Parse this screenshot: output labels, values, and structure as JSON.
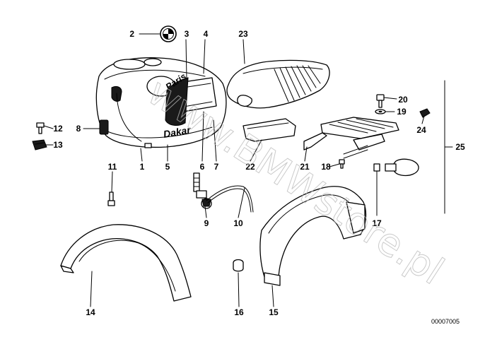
{
  "diagram": {
    "callouts": [
      {
        "id": "1",
        "text": "1"
      },
      {
        "id": "2",
        "text": "2"
      },
      {
        "id": "3",
        "text": "3"
      },
      {
        "id": "4",
        "text": "4"
      },
      {
        "id": "5",
        "text": "5"
      },
      {
        "id": "6",
        "text": "6"
      },
      {
        "id": "7",
        "text": "7"
      },
      {
        "id": "8",
        "text": "8"
      },
      {
        "id": "9",
        "text": "9"
      },
      {
        "id": "10",
        "text": "10"
      },
      {
        "id": "11",
        "text": "11"
      },
      {
        "id": "12",
        "text": "12"
      },
      {
        "id": "13",
        "text": "13"
      },
      {
        "id": "14",
        "text": "14"
      },
      {
        "id": "15",
        "text": "15"
      },
      {
        "id": "16",
        "text": "16"
      },
      {
        "id": "17",
        "text": "17"
      },
      {
        "id": "18",
        "text": "18"
      },
      {
        "id": "19",
        "text": "19"
      },
      {
        "id": "20",
        "text": "20"
      },
      {
        "id": "21",
        "text": "21"
      },
      {
        "id": "22",
        "text": "22"
      },
      {
        "id": "23",
        "text": "23"
      },
      {
        "id": "24",
        "text": "24"
      },
      {
        "id": "25",
        "text": "25"
      }
    ],
    "tank_decal_top": "Paris",
    "tank_decal_bottom": "Dakar",
    "watermark": "www.BMWstore.pl",
    "figure_number": "00007005"
  }
}
